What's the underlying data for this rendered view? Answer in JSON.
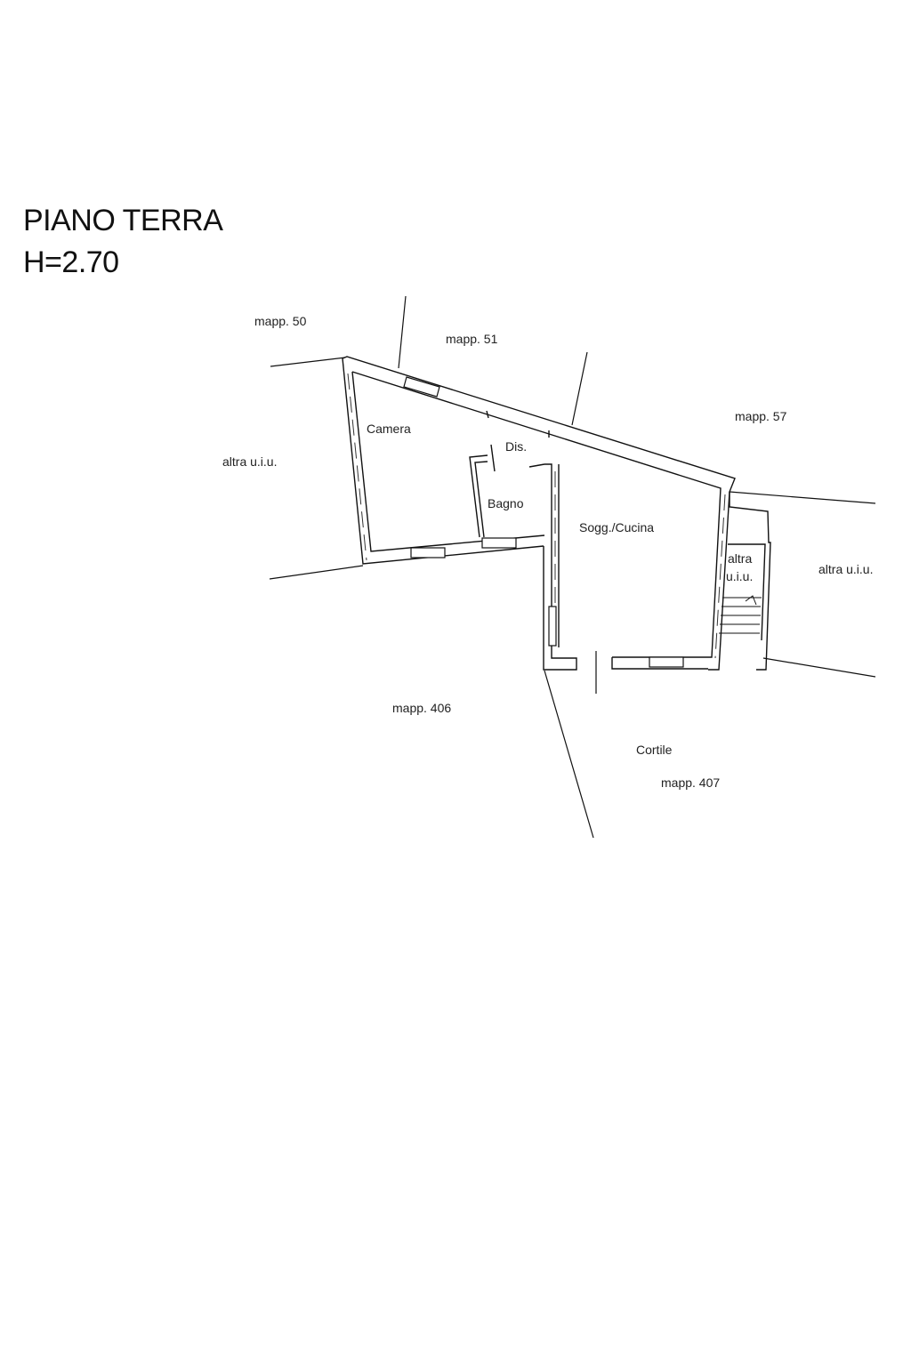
{
  "header": {
    "floor": "PIANO TERRA",
    "height": "H=2.70"
  },
  "labels": {
    "mapp_50": "mapp. 50",
    "mapp_51": "mapp. 51",
    "mapp_57": "mapp. 57",
    "mapp_406": "mapp. 406",
    "mapp_407": "mapp. 407",
    "altra_left": "altra u.i.u.",
    "altra_right": "altra u.i.u.",
    "altra_stair_1": "altra",
    "altra_stair_2": "u.i.u.",
    "camera": "Camera",
    "dis": "Dis.",
    "bagno": "Bagno",
    "sogg_cucina": "Sogg./Cucina",
    "cortile": "Cortile"
  }
}
